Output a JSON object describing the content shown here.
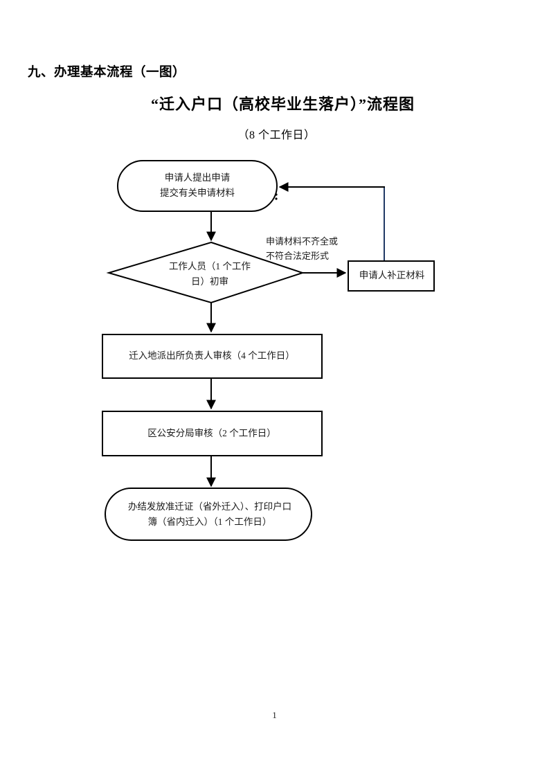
{
  "document": {
    "section_heading": "九、办理基本流程（一图）",
    "title": "“迁入户口（高校毕业生落户）”流程图",
    "subtitle": "（8 个工作日）",
    "page_number": "1"
  },
  "colors": {
    "text": "#1a1a1a",
    "shape_stroke": "#000000",
    "return_arrow": "#1f3864",
    "background": "#ffffff"
  },
  "flowchart": {
    "type": "flowchart",
    "nodes": [
      {
        "id": "start",
        "shape": "stadium",
        "lines": [
          "申请人提出申请",
          "提交有关申请材料"
        ]
      },
      {
        "id": "review",
        "shape": "diamond",
        "lines": [
          "工作人员（1 个工作",
          "日）初审"
        ]
      },
      {
        "id": "supplement",
        "shape": "rectangle",
        "lines": [
          "申请人补正材料"
        ]
      },
      {
        "id": "station_review",
        "shape": "rectangle",
        "lines": [
          "迁入地派出所负责人审核（4 个工作日）"
        ]
      },
      {
        "id": "bureau_review",
        "shape": "rectangle",
        "lines": [
          "区公安分局审核（2 个工作日）"
        ]
      },
      {
        "id": "finish",
        "shape": "stadium",
        "lines": [
          "办结发放准迁证（省外迁入）、打印户口",
          "簿（省内迁入）（1 个工作日）"
        ]
      }
    ],
    "edges": [
      {
        "id": "e1",
        "from": "start",
        "to": "review",
        "label": ""
      },
      {
        "id": "e2",
        "from": "review",
        "to": "supplement",
        "label_lines": [
          "申请材料不齐全或",
          "不符合法定形式"
        ]
      },
      {
        "id": "e3",
        "from": "supplement",
        "to": "start",
        "label": "",
        "style": "return"
      },
      {
        "id": "e4",
        "from": "review",
        "to": "station_review",
        "label": ""
      },
      {
        "id": "e5",
        "from": "station_review",
        "to": "bureau_review",
        "label": ""
      },
      {
        "id": "e6",
        "from": "bureau_review",
        "to": "finish",
        "label": ""
      }
    ]
  }
}
